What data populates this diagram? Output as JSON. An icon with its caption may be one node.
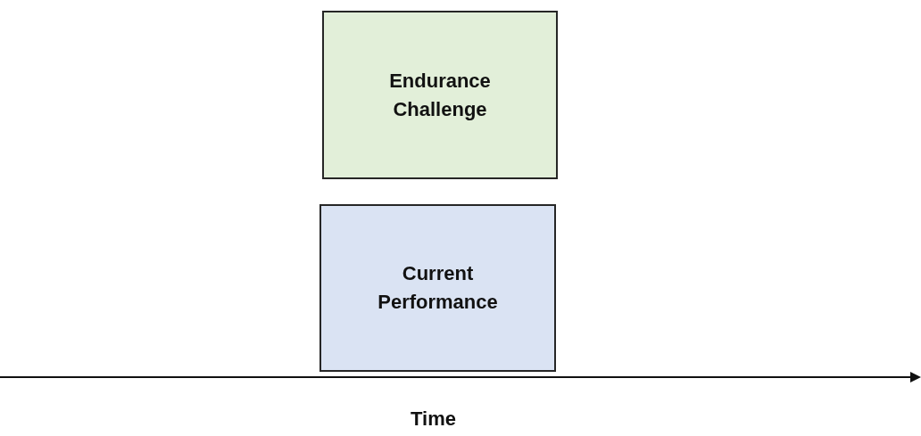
{
  "diagram": {
    "nodes": [
      {
        "text": [
          "Endurance Challenge"
        ]
      },
      {
        "text": [
          "Current Performance"
        ]
      }
    ],
    "labels": [
      "Time"
    ]
  }
}
